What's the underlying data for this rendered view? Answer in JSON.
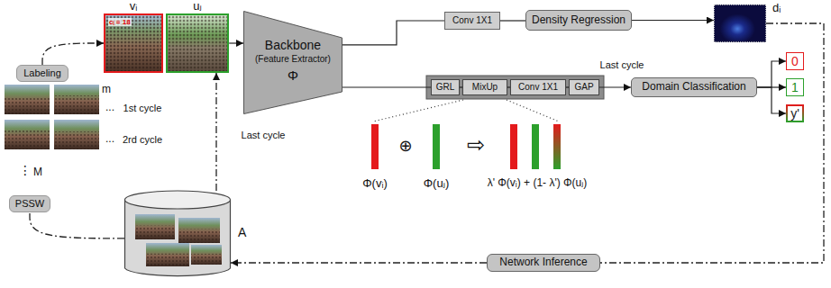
{
  "diagram": {
    "nodes": [
      {
        "text": [
          "vᵢ",
          "cᵢ = 18"
        ]
      },
      {
        "text": [
          "uⱼ"
        ]
      },
      {
        "text": [
          "Backbone",
          "(Feature Extractor)",
          "Φ"
        ]
      },
      {
        "text": [
          "Conv 1X1"
        ]
      },
      {
        "text": [
          "Density Regression"
        ]
      },
      {
        "text": [
          "dᵢ"
        ]
      },
      {
        "text": [
          "GRL"
        ]
      },
      {
        "text": [
          "MixUp"
        ]
      },
      {
        "text": [
          "Conv 1X1"
        ]
      },
      {
        "text": [
          "GAP"
        ]
      },
      {
        "text": [
          "Domain Classification"
        ]
      },
      {
        "text": [
          "0"
        ]
      },
      {
        "text": [
          "1"
        ]
      },
      {
        "text": [
          "y'"
        ]
      },
      {
        "text": [
          "Labeling"
        ]
      },
      {
        "text": [
          "PSSW"
        ]
      },
      {
        "text": [
          "A"
        ]
      },
      {
        "text": [
          "Network Inference"
        ]
      }
    ],
    "edges": [
      {
        "from": 1,
        "to": 2,
        "arrow": "to"
      },
      {
        "from": 2,
        "to": 3,
        "arrow": "none"
      },
      {
        "from": 3,
        "to": 4,
        "arrow": "none"
      },
      {
        "from": 4,
        "to": 5,
        "arrow": "to"
      },
      {
        "from": 5,
        "to": 17,
        "arrow": "none"
      },
      {
        "from": 17,
        "to": 16,
        "arrow": "to"
      },
      {
        "from": 2,
        "to": 6,
        "arrow": "none"
      },
      {
        "from": 6,
        "to": 7,
        "arrow": "none"
      },
      {
        "from": 7,
        "to": 8,
        "arrow": "none"
      },
      {
        "from": 8,
        "to": 9,
        "arrow": "none"
      },
      {
        "from": 9,
        "to": 10,
        "arrow": "to",
        "label": "Last cycle"
      },
      {
        "from": 10,
        "to": 11,
        "arrow": "to"
      },
      {
        "from": 10,
        "to": 12,
        "arrow": "to"
      },
      {
        "from": 10,
        "to": 13,
        "arrow": "to"
      },
      {
        "from": 16,
        "to": 1,
        "arrow": "to",
        "label": "Last cycle"
      },
      {
        "from": 16,
        "to": 15,
        "arrow": "none"
      },
      {
        "from": 14,
        "to": 0,
        "arrow": "to"
      }
    ],
    "labels": [
      "m",
      "...",
      "1st cycle",
      "...",
      "2rd cycle",
      "⋮",
      "M",
      "Φ(vᵢ)",
      "⊕",
      "Φ(uⱼ)",
      "⇨",
      "λ' Φ(vᵢ) + (1- λ') Φ(uⱼ)"
    ]
  }
}
